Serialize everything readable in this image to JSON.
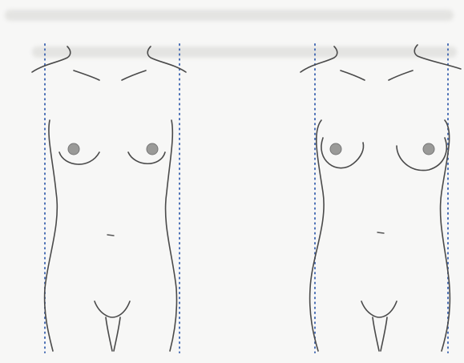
{
  "figures": [
    {
      "name": "body-outline-left"
    },
    {
      "name": "body-outline-right"
    }
  ],
  "colors": {
    "background": "#f7f7f6",
    "outline": "#4a4a4a",
    "guide_lines": "#4a6fb5",
    "bleed_through_text": "#e4e4e2"
  },
  "guide_line_style": "dotted vertical"
}
